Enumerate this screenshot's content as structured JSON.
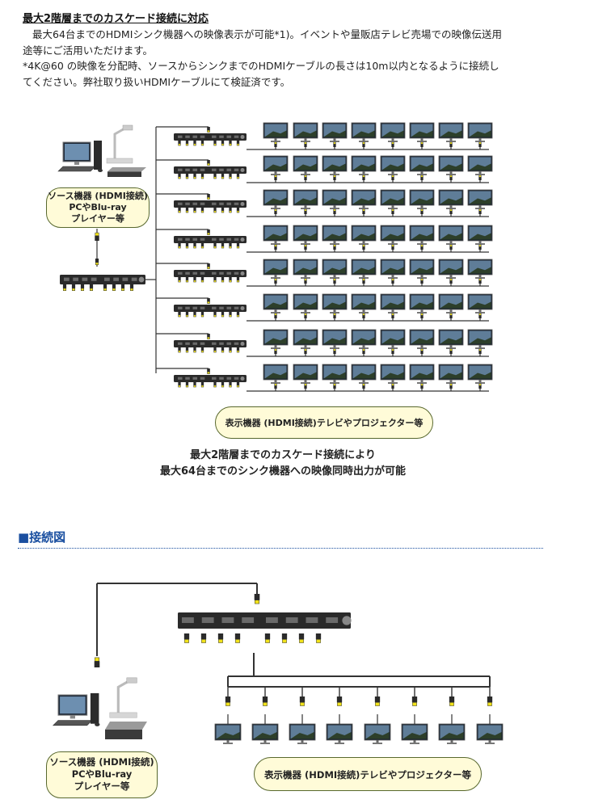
{
  "heading": "最大2階層までのカスケード接続に対応",
  "paragraph1": [
    "最大64台までのHDMIシンク機器への映像表示が可能*1)。イベントや量販店テレビ売場での映像伝送用",
    "途等にご活用いただけます。"
  ],
  "paragraph2": [
    "*4K@60 の映像を分配時、ソースからシンクまでのHDMIケーブルの長さは10m以内となるように接続し",
    "てください。弊社取り扱いHDMIケーブルにて検証済です。"
  ],
  "diagram1": {
    "source_label": [
      "ソース機器 (HDMI接続)",
      "PCやBlu-ray",
      "プレイヤー等"
    ],
    "display_label": "表示機器 (HDMI接続)テレビやプロジェクター等",
    "caption": [
      "最大2階層までのカスケード接続により",
      "最大64台までのシンク機器への映像同時出力が可能"
    ]
  },
  "section": {
    "title": "■接続図"
  },
  "diagram2": {
    "source_label": [
      "ソース機器 (HDMI接続)",
      "PCやBlu-ray",
      "プレイヤー等"
    ],
    "display_label": "表示機器 (HDMI接続)テレビやプロジェクター等"
  },
  "colors": {
    "accent_blue": "#1a4fa0",
    "connector_yellow": "#f1e21a",
    "bubble_fill": "#fffbd8",
    "bubble_border": "#58682e",
    "device_dark": "#2a2a2a"
  }
}
